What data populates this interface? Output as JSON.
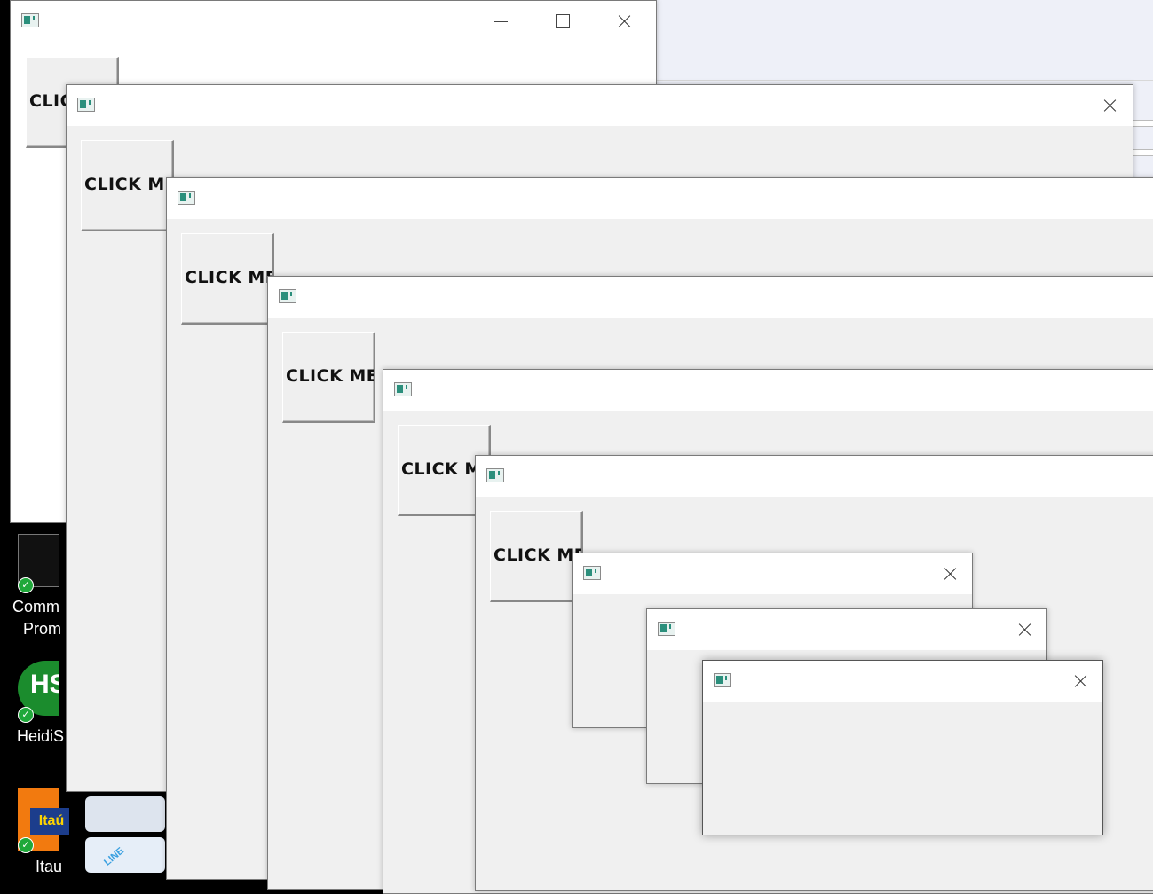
{
  "windows": {
    "button_label": "CLICK ME"
  },
  "desktop": {
    "icons": [
      {
        "label_line1": "Comm",
        "label_line2": "Prom"
      },
      {
        "label_line1": "HeidiS",
        "badge_text": "HS"
      },
      {
        "label_line1": "Itau",
        "logo_text": "Itaú"
      }
    ],
    "ribbon_text": "LINE"
  },
  "colors": {
    "window_bg": "#f0f0f0",
    "titlebar_bg": "#ffffff",
    "icon_accent": "#2b8f7c",
    "check_green": "#1fa83a"
  }
}
